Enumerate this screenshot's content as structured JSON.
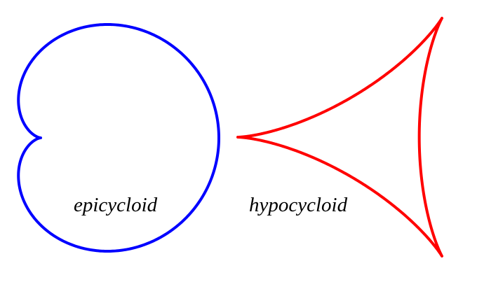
{
  "figure": {
    "epicycloid": {
      "label": "epicycloid",
      "color": "#0000ff",
      "cusps": 1
    },
    "hypocycloid": {
      "label": "hypocycloid",
      "color": "#ff0000",
      "cusps": 3
    }
  }
}
